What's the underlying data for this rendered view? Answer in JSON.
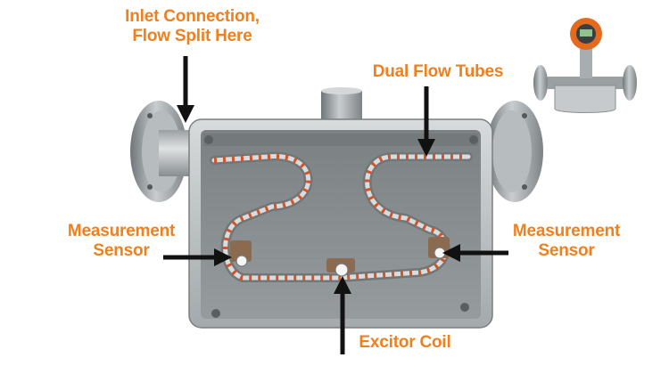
{
  "labels": {
    "inlet": {
      "line1": "Inlet Connection,",
      "line2": "Flow Split Here"
    },
    "dual_tubes": "Dual Flow Tubes",
    "sensor_left": {
      "line1": "Measurement",
      "line2": "Sensor"
    },
    "sensor_right": {
      "line1": "Measurement",
      "line2": "Sensor"
    },
    "excitor": "Excitor Coil"
  },
  "colors": {
    "label_text": "#f07f1e",
    "arrow": "#111111",
    "housing": "#8e9496",
    "tube_stripe": "#d2542a"
  }
}
